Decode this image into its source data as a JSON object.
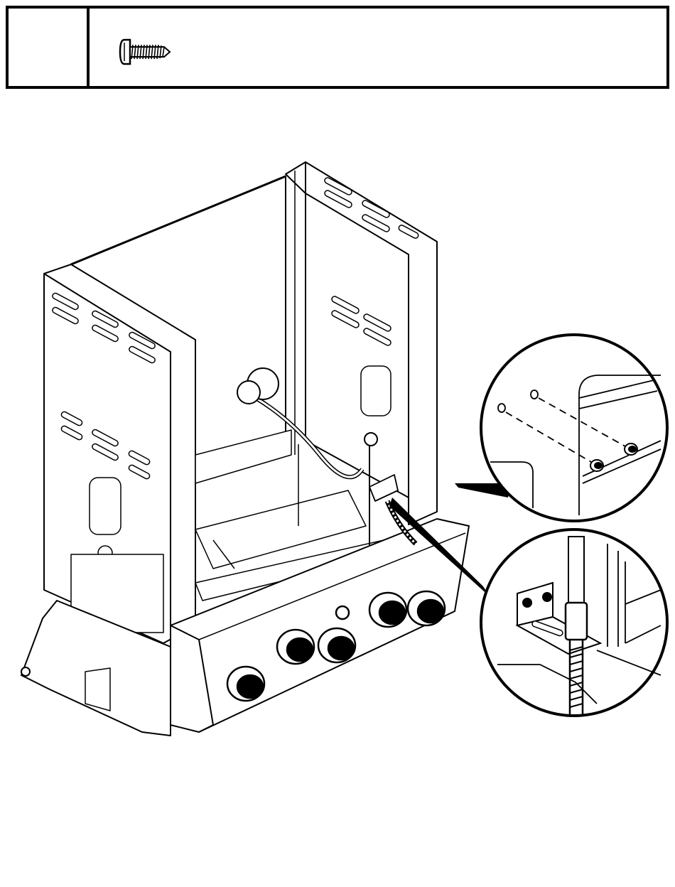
{
  "header": {
    "step_number": "",
    "hardware_icon": "screw-icon"
  },
  "figure": {
    "subject": "grill-cart-assembly",
    "detail_callouts": [
      "bracket-screws-detail",
      "gas-hose-bracket-detail"
    ]
  }
}
